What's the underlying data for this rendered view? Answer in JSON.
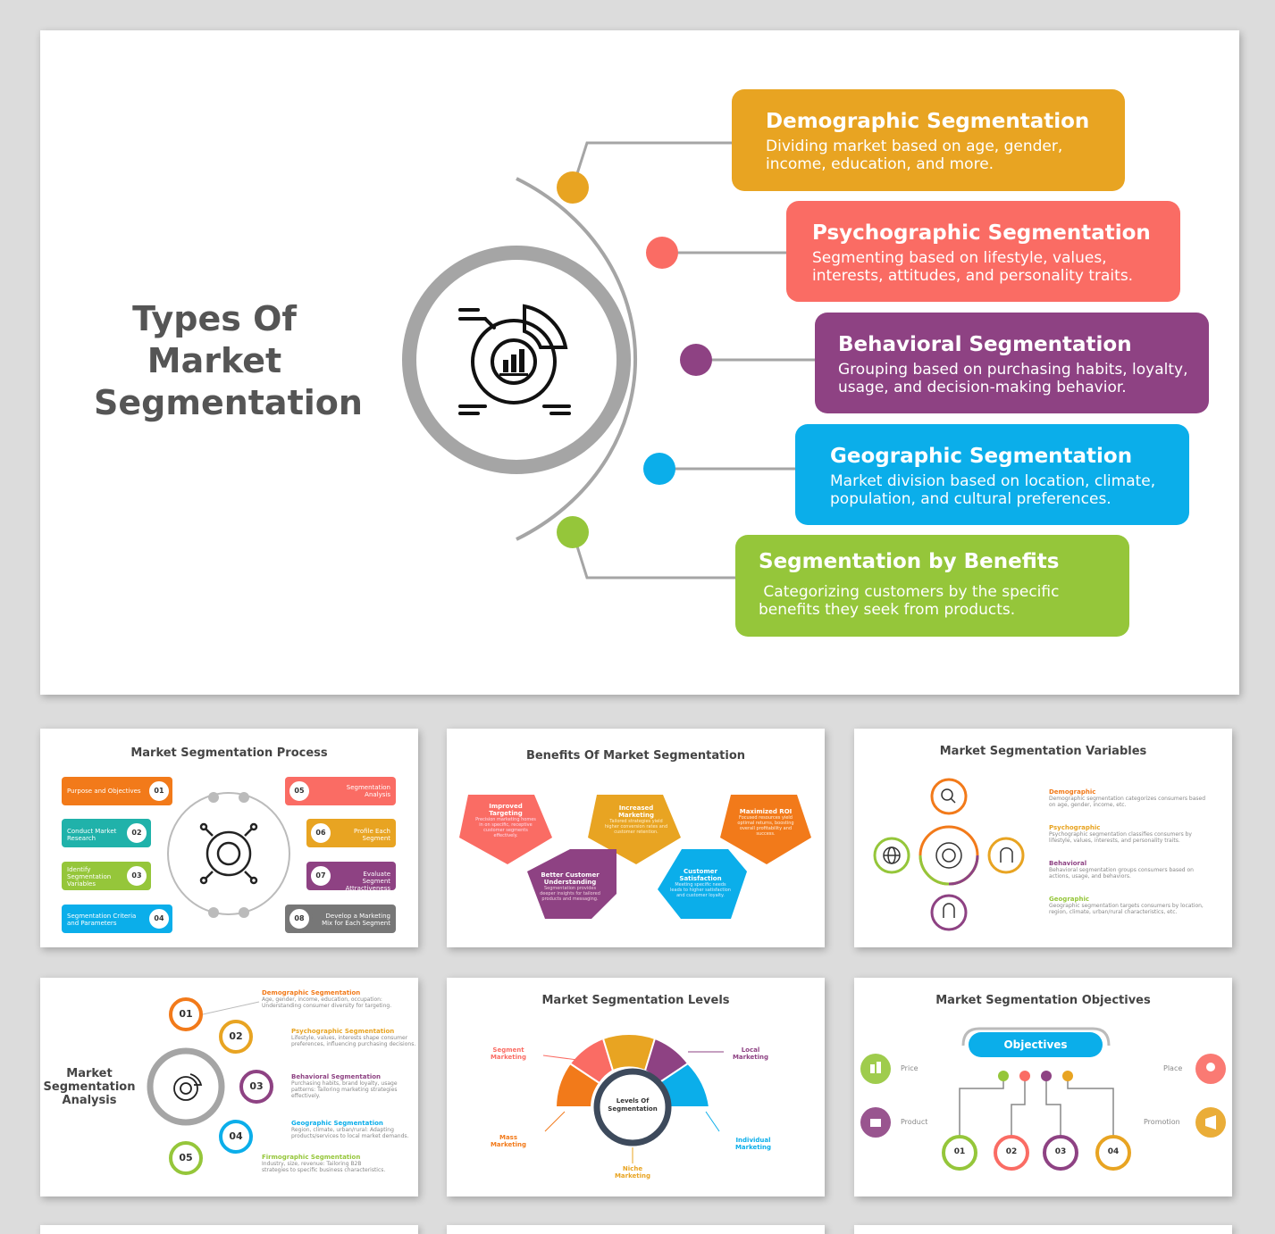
{
  "main": {
    "title": "Types Of Market Segmentation",
    "cards": [
      {
        "title": "Demographic Segmentation",
        "desc": [
          "Dividing market based on age, gender,",
          "income, education, and more."
        ],
        "color": "#E8A422"
      },
      {
        "title": "Psychographic Segmentation",
        "desc": [
          "Segmenting based on lifestyle, values,",
          "interests, attitudes, and personality traits."
        ],
        "color": "#FA6C64"
      },
      {
        "title": "Behavioral Segmentation",
        "desc": [
          "Grouping based on purchasing habits, loyalty,",
          "usage, and decision-making behavior."
        ],
        "color": "#8E4283"
      },
      {
        "title": "Geographic Segmentation",
        "desc": [
          "Market division based on location, climate,",
          "population, and cultural preferences."
        ],
        "color": "#0BAEEA"
      },
      {
        "title": "Segmentation by Benefits",
        "desc": [
          " Categorizing customers by the specific",
          "benefits they seek from products."
        ],
        "color": "#95C63A"
      }
    ]
  },
  "process": {
    "title": "Market Segmentation Process",
    "left": [
      {
        "label": "Purpose and Objectives",
        "num": "01",
        "color": "#F27A1A"
      },
      {
        "label": "Conduct Market Research",
        "num": "02",
        "color": "#20B2AA"
      },
      {
        "label": "Identify Segmentation Variables",
        "num": "03",
        "color": "#95C63A"
      },
      {
        "label": "Segmentation Criteria and Parameters",
        "num": "04",
        "color": "#0BAEEA"
      }
    ],
    "right": [
      {
        "label": "Segmentation Analysis",
        "num": "05",
        "color": "#FA6C64"
      },
      {
        "label": "Profile Each Segment",
        "num": "06",
        "color": "#E8A422"
      },
      {
        "label": "Evaluate Segment Attractiveness",
        "num": "07",
        "color": "#8E4283"
      },
      {
        "label": "Develop a Marketing Mix for Each Segment",
        "num": "08",
        "color": "#777777"
      }
    ]
  },
  "benefits": {
    "title": "Benefits Of Market Segmentation",
    "items": [
      {
        "title": "Improved Targeting",
        "desc": "Precision marketing homes in on specific, receptive customer segments effectively.",
        "color": "#FA6C64"
      },
      {
        "title": "Better Customer Understanding",
        "desc": "Segmentation provides deeper insights for tailored products and messaging.",
        "color": "#8E4283"
      },
      {
        "title": "Increased Marketing",
        "desc": "Tailored strategies yield higher conversion rates and customer retention.",
        "color": "#E8A422"
      },
      {
        "title": "Customer Satisfaction",
        "desc": "Meeting specific needs leads to higher satisfaction and customer loyalty.",
        "color": "#0BAEEA"
      },
      {
        "title": "Maximized ROI",
        "desc": "Focused resources yield optimal returns, boosting overall profitability and success.",
        "color": "#F27A1A"
      }
    ]
  },
  "variables": {
    "title": "Market Segmentation Variables",
    "items": [
      {
        "title": "Demographic",
        "desc": "Demographic segmentation categorizes consumers based on age, gender, income, etc.",
        "color": "#F27A1A"
      },
      {
        "title": "Psychographic",
        "desc": "Psychographic segmentation classifies consumers by lifestyle, values, interests, and personality traits.",
        "color": "#E8A422"
      },
      {
        "title": "Behavioral",
        "desc": "Behavioral segmentation groups consumers based on actions, usage, and behaviors.",
        "color": "#8E4283"
      },
      {
        "title": "Geographic",
        "desc": "Geographic segmentation targets consumers by location, region, climate, urban/rural characteristics, etc.",
        "color": "#95C63A"
      }
    ]
  },
  "analysis": {
    "title": "Market Segmentation Analysis",
    "items": [
      {
        "num": "01",
        "title": "Demographic Segmentation",
        "desc": "Age, gender, income, education, occupation: Understanding consumer diversity for targeting.",
        "color": "#F27A1A"
      },
      {
        "num": "02",
        "title": "Psychographic Segmentation",
        "desc": "Lifestyle, values, interests shape consumer preferences, influencing purchasing decisions.",
        "color": "#E8A422"
      },
      {
        "num": "03",
        "title": "Behavioral Segmentation",
        "desc": "Purchasing habits, brand loyalty, usage patterns: Tailoring marketing strategies effectively.",
        "color": "#8E4283"
      },
      {
        "num": "04",
        "title": "Geographic Segmentation",
        "desc": "Region, climate, urban/rural: Adapting products/services to local market demands.",
        "color": "#0BAEEA"
      },
      {
        "num": "05",
        "title": "Firmographic Segmentation",
        "desc": "Industry, size, revenue: Tailoring B2B strategies to specific business characteristics.",
        "color": "#95C63A"
      }
    ]
  },
  "levels": {
    "title": "Market Segmentation Levels",
    "center": "Levels Of Segmentation",
    "labels": {
      "segment": "Segment Marketing",
      "local": "Local Marketing",
      "mass": "Mass Marketing",
      "individual": "Individual Marketing",
      "niche": "Niche Marketing"
    }
  },
  "objectives": {
    "title": "Market Segmentation Objectives",
    "center": "Objectives",
    "price": "Price",
    "product": "Product",
    "place": "Place",
    "promotion": "Promotion",
    "nums": [
      "01",
      "02",
      "03",
      "04"
    ]
  }
}
